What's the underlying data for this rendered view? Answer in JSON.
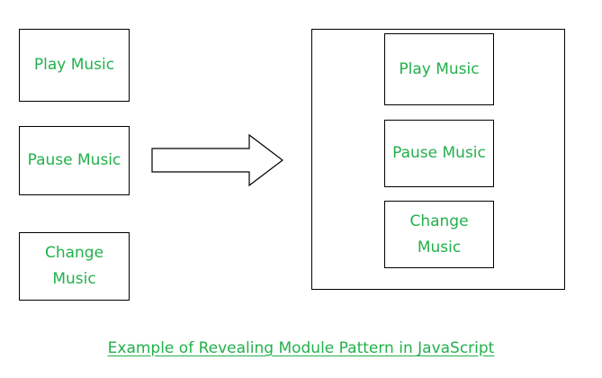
{
  "left_boxes": {
    "play": "Play Music",
    "pause": "Pause Music",
    "change": "Change Music"
  },
  "module_boxes": {
    "play": "Play Music",
    "pause": "Pause Music",
    "change": "Change Music"
  },
  "caption": "Example of Revealing Module Pattern in JavaScript",
  "colors": {
    "text": "#22b14c",
    "border": "#000000",
    "background": "#ffffff"
  },
  "icons": {
    "arrow": "right-arrow-icon"
  }
}
